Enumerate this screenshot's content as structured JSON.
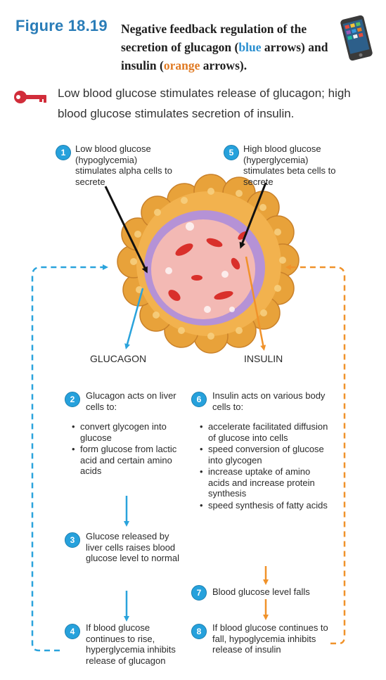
{
  "header": {
    "figure_label": "Figure 18.19",
    "title_part1": "Negative feedback regulation of the secretion of glucagon (",
    "blue_word": "blue",
    "title_part2": " arrows) and insulin (",
    "orange_word": "orange",
    "title_part3": " arrows).",
    "key_text": "Low blood glucose stimulates release of glucagon; high blood glucose stimulates secretion of insulin."
  },
  "diagram": {
    "glucagon_label": "GLUCAGON",
    "insulin_label": "INSULIN",
    "steps": [
      {
        "num": "1",
        "text": "Low blood glucose (hypoglycemia) stimulates alpha cells to secrete"
      },
      {
        "num": "2",
        "text": "Glucagon acts on liver cells to:",
        "bullets": [
          "convert glycogen into glucose",
          "form glucose from lactic acid and certain amino acids"
        ]
      },
      {
        "num": "3",
        "text": "Glucose released by liver cells raises blood glucose level to normal"
      },
      {
        "num": "4",
        "text": "If blood glucose continues to rise, hyperglycemia inhibits release of glucagon"
      },
      {
        "num": "5",
        "text": "High blood glucose (hyperglycemia) stimulates beta cells to secrete"
      },
      {
        "num": "6",
        "text": "Insulin acts on various body cells to:",
        "bullets": [
          "accelerate facilitated diffusion of glucose into cells",
          "speed conversion of glucose into glycogen",
          "increase uptake of amino acids and increase protein synthesis",
          "speed synthesis of fatty acids"
        ]
      },
      {
        "num": "7",
        "text": "Blood glucose level falls"
      },
      {
        "num": "8",
        "text": "If blood glucose continues to fall, hypoglycemia inhibits release of insulin"
      }
    ]
  },
  "colors": {
    "glucagon_arrow": "#2aa3dc",
    "insulin_arrow": "#f0922a",
    "number_badge": "#26a1dc",
    "figure_label": "#2a7db8"
  },
  "icons": {
    "key": "key-icon",
    "phone": "phone-icon"
  }
}
